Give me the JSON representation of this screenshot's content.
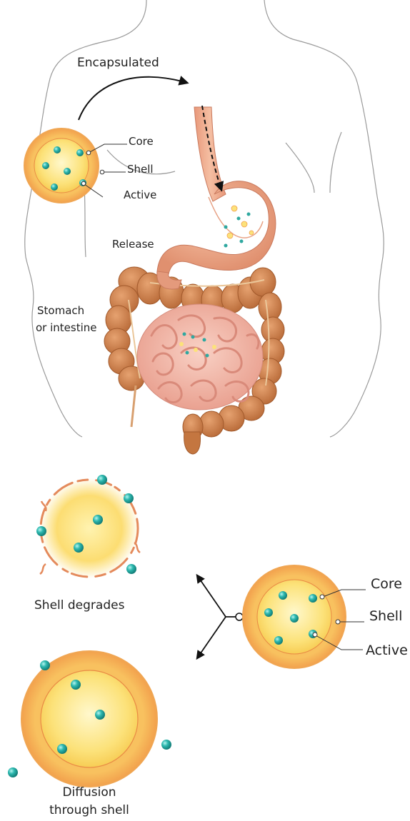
{
  "colors": {
    "core": "#FBE27A",
    "core_center": "#FFF6C2",
    "shell": "#F6B65A",
    "shell_rim": "#E07A4E",
    "active": "#1FA9A1",
    "active_highlight": "#9DEFEA",
    "colon": "#C97A45",
    "small_intestine": "#F2B5A6",
    "stomach": "#EFA386",
    "body_outline": "#9A9A9A"
  },
  "labels": {
    "encapsulated": "Encapsulated",
    "release": "Release",
    "site_line1": "Stomach",
    "site_line2": "or intestine",
    "capsule_small": {
      "core": "Core",
      "shell": "Shell",
      "active": "Active"
    },
    "capsule_large": {
      "core": "Core",
      "shell": "Shell",
      "active": "Active"
    },
    "shell_degrades": "Shell degrades",
    "diffusion_line1": "Diffusion",
    "diffusion_line2": "through shell"
  },
  "icons": {
    "encapsulated_arrow": "curved-arrow-icon",
    "swallow_arrow": "dashed-arrow-icon",
    "branch_arrows": "fork-arrow-icon"
  }
}
